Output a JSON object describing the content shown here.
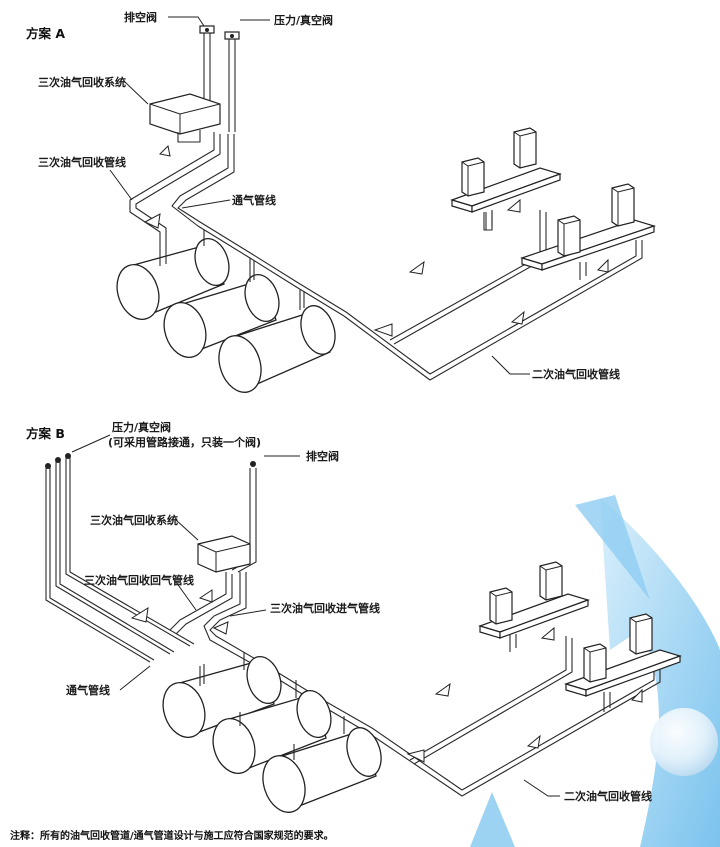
{
  "schemes": [
    {
      "title": "方案 A",
      "labels": {
        "vent_valve": "排空阀",
        "pv_valve": "压力/真空阀",
        "tertiary_system": "三次油气回收系统",
        "tertiary_line": "三次油气回收管线",
        "vent_line": "通气管线",
        "secondary_line": "二次油气回收管线"
      }
    },
    {
      "title": "方案 B",
      "labels": {
        "pv_valve": "压力/真空阀",
        "pv_valve_note": "(可采用管路接通，只装一个阀)",
        "vent_valve": "排空阀",
        "tertiary_system": "三次油气回收系统",
        "tertiary_return_line": "三次油气回收回气管线",
        "tertiary_inlet_line": "三次油气回收进气管线",
        "vent_line": "通气管线",
        "secondary_line": "二次油气回收管线"
      }
    }
  ],
  "footnote": "注释：所有的油气回收管道/通气管道设计与施工应符合国家规范的要求。",
  "colors": {
    "line": "#222222",
    "arrow_light": "#bfe3f8",
    "arrow_dark": "#5fb8ea",
    "bubble": "#dff0fb"
  }
}
